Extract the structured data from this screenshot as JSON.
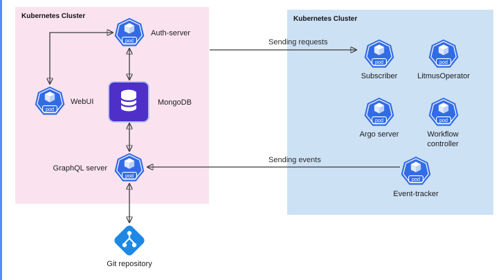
{
  "clusters": {
    "control_plane": {
      "label": "Kubernetes Cluster"
    },
    "execution_plane": {
      "label": "Kubernetes Cluster"
    }
  },
  "pod_badge": "pod",
  "nodes": {
    "auth_server": "Auth-server",
    "webui": "WebUI",
    "mongodb": "MongoDB",
    "graphql_server": "GraphQL server",
    "subscriber": "Subscriber",
    "litmus_operator": "LitmusOperator",
    "argo_server": "Argo server",
    "workflow_controller": "Workflow controller",
    "event_tracker": "Event-tracker",
    "git_repository": "Git repository"
  },
  "edges": {
    "sending_requests": "Sending requests",
    "sending_events": "Sending events"
  },
  "connections": [
    {
      "from": "Auth-server",
      "to": "WebUI",
      "bidirectional": true
    },
    {
      "from": "Auth-server",
      "to": "MongoDB",
      "bidirectional": true
    },
    {
      "from": "MongoDB",
      "to": "GraphQL server",
      "bidirectional": true
    },
    {
      "from": "GraphQL server",
      "to": "Git repository",
      "bidirectional": true
    },
    {
      "from": "Control-plane cluster",
      "to": "Subscriber",
      "label": "Sending requests"
    },
    {
      "from": "Event-tracker",
      "to": "GraphQL server",
      "label": "Sending events"
    }
  ],
  "colors": {
    "control_plane_bg": "#FAE3EF",
    "execution_plane_bg": "#CDE1F5",
    "pod_blue": "#326CE5",
    "mongodb_purple": "#4E2FC8",
    "git_blue": "#1E88E5",
    "arrow": "#3b3b3b"
  }
}
